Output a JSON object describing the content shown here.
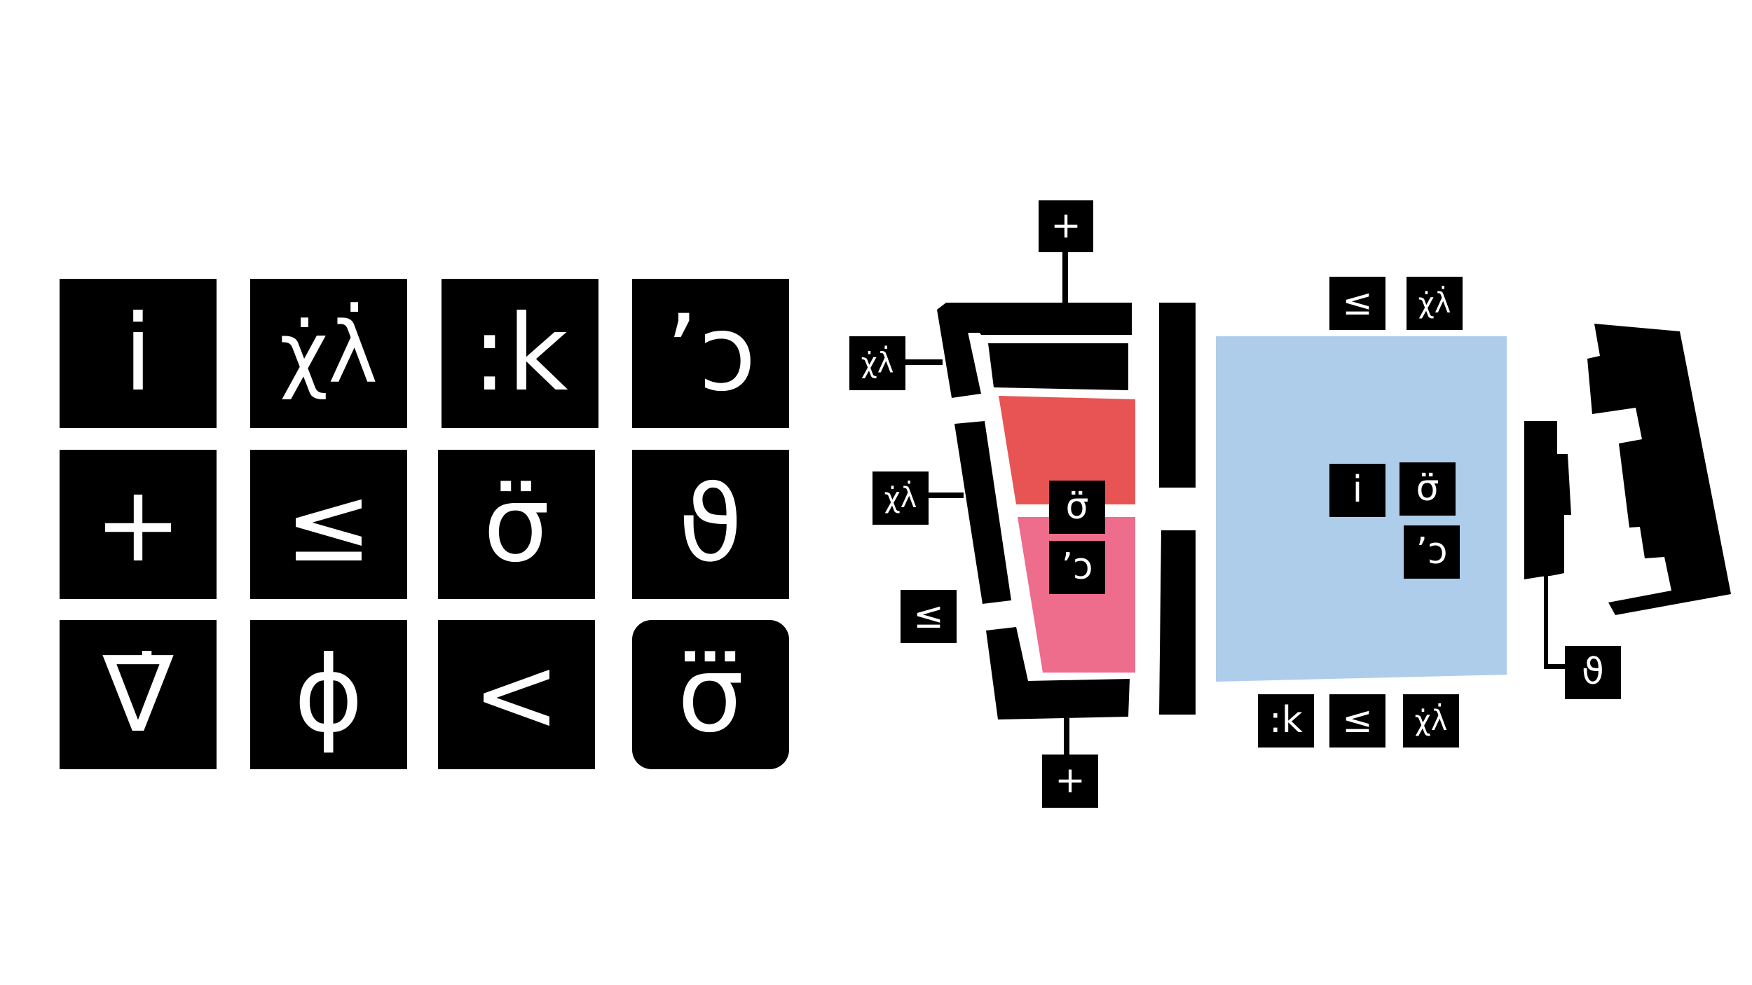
{
  "legend": {
    "tiles": [
      {
        "glyph": "i̇"
      },
      {
        "glyph": "χ̇λ̇"
      },
      {
        "glyph": ":k"
      },
      {
        "glyph": "ʼɔ"
      },
      {
        "glyph": "+"
      },
      {
        "glyph": "≤"
      },
      {
        "glyph": "σ̈"
      },
      {
        "glyph": "ϑ"
      },
      {
        "glyph": "∇̇"
      },
      {
        "glyph": "ϕ"
      },
      {
        "glyph": "<"
      },
      {
        "glyph": "σ⃛"
      }
    ]
  },
  "plan": {
    "colors": {
      "wall": "#000000",
      "red_room": "#E85453",
      "pink_room": "#EE6C8C",
      "blue_hall": "#AECDEB"
    },
    "markers": [
      {
        "name": "marker-plus-top",
        "glyph": "+"
      },
      {
        "name": "marker-xl-left-upper",
        "glyph": "χ̇λ̇"
      },
      {
        "name": "marker-xl-left-lower",
        "glyph": "χ̇λ̇"
      },
      {
        "name": "marker-le-left",
        "glyph": "≤"
      },
      {
        "name": "marker-sigma-red",
        "glyph": "σ̈"
      },
      {
        "name": "marker-hook-pink",
        "glyph": "ʼɔ"
      },
      {
        "name": "marker-plus-bottom",
        "glyph": "+"
      },
      {
        "name": "marker-le-top",
        "glyph": "≤"
      },
      {
        "name": "marker-xl-top",
        "glyph": "χ̇λ̇"
      },
      {
        "name": "marker-i-hall",
        "glyph": "i̇"
      },
      {
        "name": "marker-sigma-hall",
        "glyph": "σ̈"
      },
      {
        "name": "marker-hook-hall",
        "glyph": "ʼɔ"
      },
      {
        "name": "marker-k-bottom",
        "glyph": ":k"
      },
      {
        "name": "marker-le-bottom",
        "glyph": "≤"
      },
      {
        "name": "marker-xl-bottom",
        "glyph": "χ̇λ̇"
      },
      {
        "name": "marker-theta-right",
        "glyph": "ϑ"
      }
    ]
  }
}
